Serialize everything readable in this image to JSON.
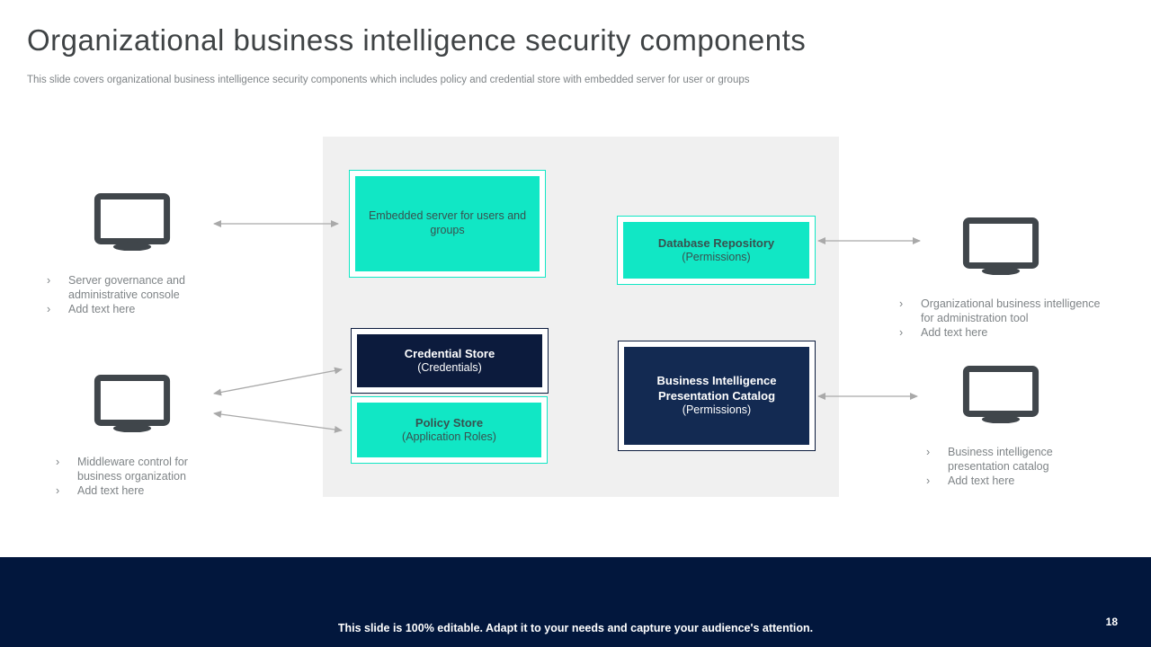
{
  "slide": {
    "title": "Organizational business intelligence security components",
    "subtitle": "This slide covers organizational business intelligence security components which includes policy and credential store with embedded server for user or groups",
    "footer_note": "This slide is 100% editable. Adapt it to your needs and capture your audience's attention.",
    "page_number": "18"
  },
  "colors": {
    "teal": "#11e7c5",
    "navy_dark": "#0c1b3d",
    "navy_mid": "#132a52",
    "footer_navy": "#02173d",
    "panel_gray": "#f0f0f0",
    "arrow_gray": "#a9a9a9",
    "monitor_gray": "#40464b",
    "body_text_gray": "#7f8487",
    "title_gray": "#3f4345"
  },
  "diagram": {
    "bullet_marker": "›",
    "boxes": {
      "embedded_server": {
        "title": "Embedded server for users and groups",
        "subtitle": ""
      },
      "database_repository": {
        "title": "Database Repository",
        "subtitle": "(Permissions)"
      },
      "credential_store": {
        "title": "Credential Store",
        "subtitle": "(Credentials)"
      },
      "policy_store": {
        "title": "Policy Store",
        "subtitle": "(Application Roles)"
      },
      "bi_presentation_catalog": {
        "title": "Business Intelligence Presentation Catalog",
        "subtitle": "(Permissions)"
      }
    },
    "callouts": {
      "left_top": {
        "items": [
          "Server governance and administrative console",
          "Add text here"
        ]
      },
      "left_bottom": {
        "items": [
          "Middleware control for business organization",
          "Add text here"
        ]
      },
      "right_top": {
        "items": [
          "Organizational business intelligence for administration tool",
          "Add text here"
        ]
      },
      "right_bottom": {
        "items": [
          "Business intelligence presentation catalog",
          "Add text here"
        ]
      }
    }
  }
}
